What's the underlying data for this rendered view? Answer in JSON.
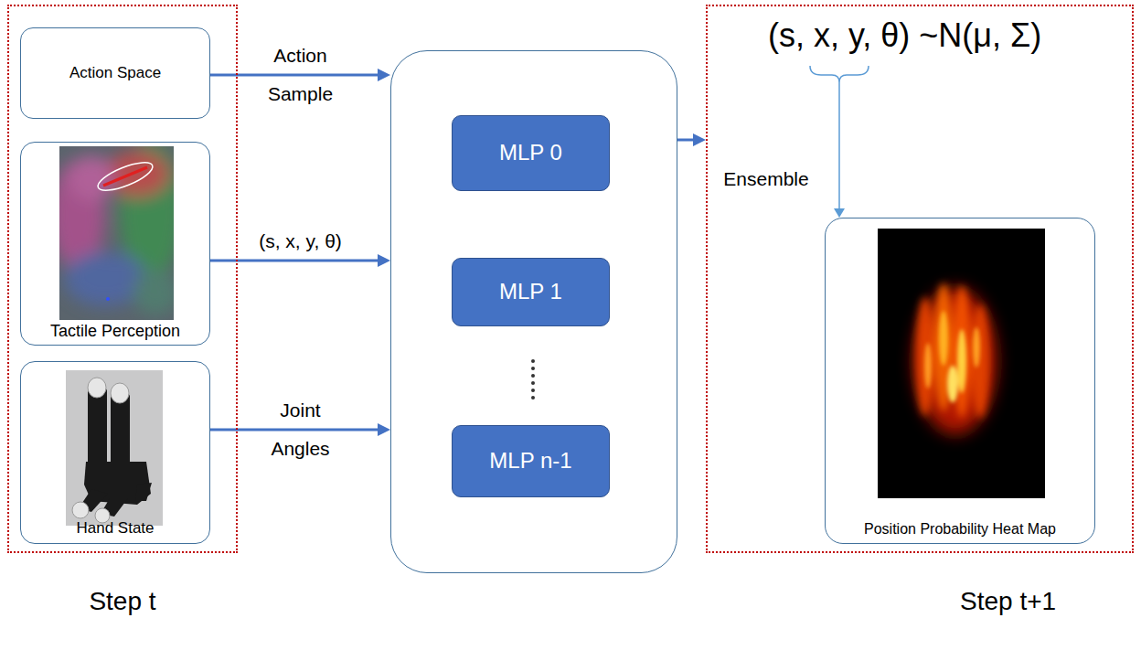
{
  "diagram": {
    "nodes": [
      {
        "text": [
          "Step t"
        ]
      },
      {
        "text": [
          "Action Space"
        ],
        "in": 0
      },
      {
        "text": [
          "Tactile Perception"
        ],
        "in": 0
      },
      {
        "text": [
          "Hand State"
        ],
        "in": 0
      },
      {
        "text": []
      },
      {
        "text": [
          "MLP 0"
        ],
        "in": 4
      },
      {
        "text": [
          "MLP 1"
        ],
        "in": 4
      },
      {
        "text": [
          "MLP n-1"
        ],
        "in": 4
      },
      {
        "text": [
          "Step t+1"
        ]
      },
      {
        "text": [
          "Position Probability Heat Map"
        ],
        "in": 8
      }
    ],
    "edges": [
      {
        "from": 1,
        "to": 4,
        "arrow": "to",
        "label": "Action"
      },
      {
        "from": 2,
        "to": 4,
        "arrow": "to",
        "label": "(s, x, y, θ)"
      },
      {
        "from": 3,
        "to": 4,
        "arrow": "to",
        "label": "Joint"
      },
      {
        "from": 4,
        "to": 8,
        "arrow": "to",
        "label": "Ensemble"
      }
    ],
    "labels": [
      "Sample",
      "Angles",
      "(s, x, y, θ) ~N(μ, Σ)"
    ]
  }
}
